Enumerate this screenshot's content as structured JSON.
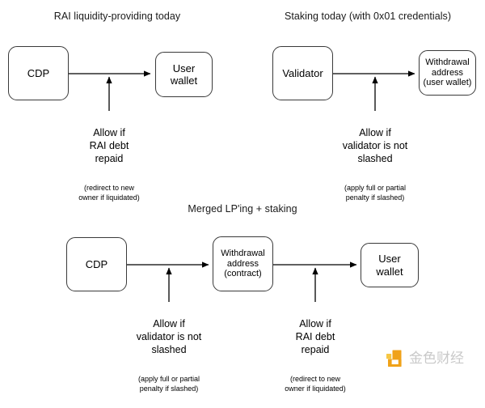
{
  "document": {
    "type": "flow-diagram",
    "background_color": "#ffffff",
    "stroke_color": "#3a3a3a",
    "text_color": "#000000"
  },
  "panels": [
    {
      "id": "rai-lp-today",
      "title": "RAI liquidity-providing today",
      "nodes": [
        {
          "id": "cdp",
          "label": "CDP"
        },
        {
          "id": "user-wallet",
          "label": "User\nwallet"
        }
      ],
      "annotation": {
        "main": "Allow if\nRAI debt\nrepaid",
        "sub": "(redirect to new\nowner if liquidated)"
      }
    },
    {
      "id": "staking-today",
      "title": "Staking today (with 0x01 credentials)",
      "nodes": [
        {
          "id": "validator",
          "label": "Validator"
        },
        {
          "id": "withdrawal-address-user-wallet",
          "label": "Withdrawal\naddress\n(user wallet)"
        }
      ],
      "annotation": {
        "main": "Allow if\nvalidator is not\nslashed",
        "sub": "(apply full or partial\npenalty if slashed)"
      }
    },
    {
      "id": "merged-lping-staking",
      "title": "Merged LP'ing + staking",
      "nodes": [
        {
          "id": "cdp-2",
          "label": "CDP"
        },
        {
          "id": "withdrawal-address-contract",
          "label": "Withdrawal\naddress\n(contract)"
        },
        {
          "id": "user-wallet-2",
          "label": "User\nwallet"
        }
      ],
      "annotations": [
        {
          "id": "left",
          "main": "Allow if\nvalidator is not\nslashed",
          "sub": "(apply full or partial\npenalty if slashed)"
        },
        {
          "id": "right",
          "main": "Allow if\nRAI debt\nrepaid",
          "sub": "(redirect to new\nowner if liquidated)"
        }
      ]
    }
  ],
  "watermark": {
    "text": "金色财经",
    "mark_color_primary": "#f0a219",
    "mark_color_secondary": "#f6c744",
    "text_color": "#c9c9c9"
  }
}
